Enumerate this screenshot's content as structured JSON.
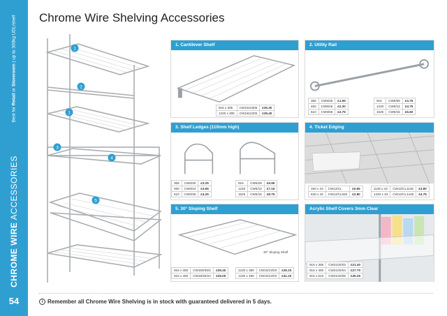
{
  "sidebar": {
    "tagline_prefix": "Best for ",
    "tagline_b1": "Retail",
    "tagline_mid": " or ",
    "tagline_b2": "Storeroom",
    "tagline_suffix": " | up to 300kg UDL/shelf",
    "title_bold": "CHROME WIRE",
    "title_light": " ACCESSORIES",
    "page_number": "54"
  },
  "page": {
    "title": "Chrome Wire Shelving Accessories"
  },
  "hero_callouts": [
    "1",
    "2",
    "1",
    "3",
    "4",
    "5"
  ],
  "panels": {
    "cantilever": {
      "heading": "1. Cantilever Shelf",
      "rows": [
        [
          "915 x 305",
          "CW1510305",
          "£35.30"
        ],
        [
          "1220 x 305",
          "CW1812205",
          "£39.40"
        ]
      ]
    },
    "utility": {
      "heading": "2. Utility Rail",
      "rows_a": [
        [
          "355",
          "CW8/35",
          "£1.95"
        ],
        [
          "460",
          "CW8/46",
          "£2.30"
        ],
        [
          "610",
          "CW8/66",
          "£2.75"
        ]
      ],
      "rows_b": [
        [
          "915",
          "CW8/06",
          "£3.75"
        ],
        [
          "1220",
          "CW8/12",
          "£4.75"
        ],
        [
          "1525",
          "CW8/15",
          "£5.60"
        ]
      ]
    },
    "ledges": {
      "heading": "3. Shelf Ledges (110mm high)",
      "rows_a": [
        [
          "365",
          "CW6/30",
          "£3.25"
        ],
        [
          "460",
          "CW6/34",
          "£3.65"
        ],
        [
          "610",
          "CW6/36",
          "£4.25"
        ]
      ],
      "rows_b": [
        [
          "915",
          "CW6/29",
          "£5.95"
        ],
        [
          "1220",
          "CW6/12",
          "£7.15"
        ],
        [
          "1525",
          "CW6/15",
          "£8.75"
        ]
      ]
    },
    "ticket": {
      "heading": "4. Ticket Edging",
      "rows_a": [
        [
          "150 x 43",
          "CW12/CL",
          "£0.65"
        ],
        [
          "840 x 43",
          "CW12/CL840",
          "£2.80"
        ]
      ],
      "rows_b": [
        [
          "1145 x 43",
          "CW12/CL1145",
          "£3.80"
        ],
        [
          "1440 x 43",
          "CW12/CL1440",
          "£4.75"
        ]
      ]
    },
    "sloping": {
      "heading": "5. 30° Sloping Shelf",
      "caption": "30° Sloping Shelf",
      "rows_a": [
        [
          "915 x 350",
          "CW180/35/3",
          "£35.45"
        ],
        [
          "915 x 460",
          "CW18/25/2A",
          "£26.05"
        ]
      ],
      "rows_b": [
        [
          "1220 x 350",
          "CW16/12/03",
          "£35.10"
        ],
        [
          "1220 x 460",
          "CW16/12/04",
          "£41.10"
        ]
      ]
    },
    "acrylic": {
      "heading": "Acrylic Shelf Covers 3mm Clear",
      "rows": [
        [
          "915 x 365",
          "CW210S/03",
          "£21.40"
        ],
        [
          "915 x 460",
          "CW210S/04",
          "£27.70"
        ],
        [
          "915 x 610",
          "CW210S/06",
          "£36.25"
        ]
      ]
    }
  },
  "footer": {
    "text": "Remember all Chrome Wire Shelving is in stock with guaranteed delivered in 5 days."
  },
  "colors": {
    "brand_blue": "#2f9fd1",
    "chrome": "#a9adb1"
  }
}
